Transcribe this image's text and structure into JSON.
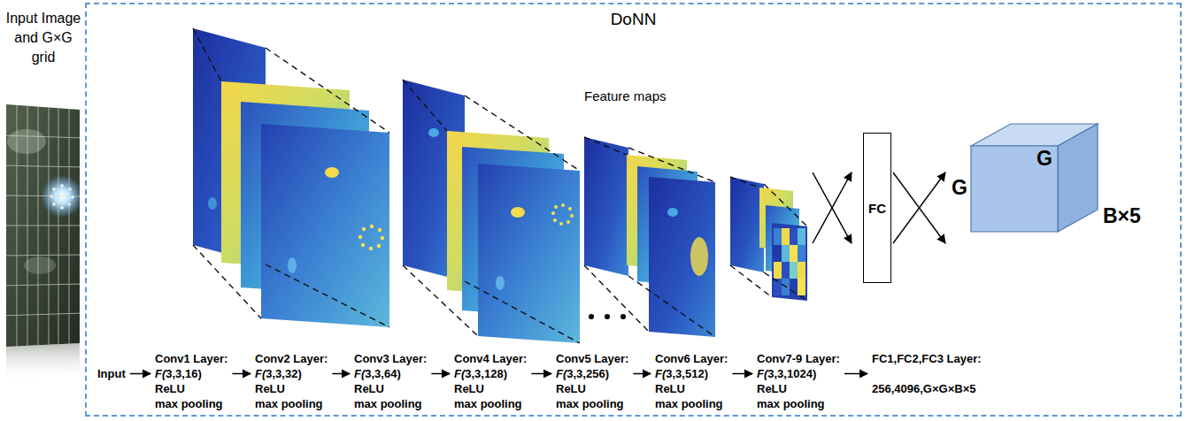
{
  "diagram": {
    "nodes": [
      {
        "text": [
          "DoNN"
        ]
      },
      {
        "text": [
          "FC"
        ],
        "in": 0
      },
      {
        "text": [
          "G",
          "G",
          "B×5"
        ],
        "in": 0
      },
      {
        "text": [
          "Input"
        ],
        "in": 0
      },
      {
        "text": [
          "Conv1 Layer:",
          "F(3,3,16)",
          "ReLU",
          "max pooling"
        ],
        "in": 0
      },
      {
        "text": [
          "Conv2 Layer:",
          "F(3,3,32)",
          "ReLU",
          "max pooling"
        ],
        "in": 0
      },
      {
        "text": [
          "Conv3 Layer:",
          "F(3,3,64)",
          "ReLU",
          "max pooling"
        ],
        "in": 0
      },
      {
        "text": [
          "Conv4 Layer:",
          "F(3,3,128)",
          "ReLU",
          "max pooling"
        ],
        "in": 0
      },
      {
        "text": [
          "Conv5 Layer:",
          "F(3,3,256)",
          "ReLU",
          "max pooling"
        ],
        "in": 0
      },
      {
        "text": [
          "Conv6 Layer:",
          "F(3,3,512)",
          "ReLU",
          "max pooling"
        ],
        "in": 0
      },
      {
        "text": [
          "Conv7-9 Layer:",
          "F(3,3,1024)",
          "ReLU",
          "max pooling"
        ],
        "in": 0
      },
      {
        "text": [
          "FC1,FC2,FC3 Layer:",
          "256,4096,G×G×B×5"
        ],
        "in": 0
      }
    ],
    "edges": [
      {
        "from": 3,
        "to": 4,
        "arrow": "to"
      },
      {
        "from": 4,
        "to": 5,
        "arrow": "to"
      },
      {
        "from": 5,
        "to": 6,
        "arrow": "to"
      },
      {
        "from": 6,
        "to": 7,
        "arrow": "to"
      },
      {
        "from": 7,
        "to": 8,
        "arrow": "to"
      },
      {
        "from": 8,
        "to": 9,
        "arrow": "to"
      },
      {
        "from": 9,
        "to": 10,
        "arrow": "to"
      },
      {
        "from": 10,
        "to": 11,
        "arrow": "to"
      },
      {
        "from": 1,
        "to": 2,
        "arrow": "to"
      }
    ],
    "labels": [
      "Input Image and G×G grid",
      "Feature maps"
    ]
  }
}
